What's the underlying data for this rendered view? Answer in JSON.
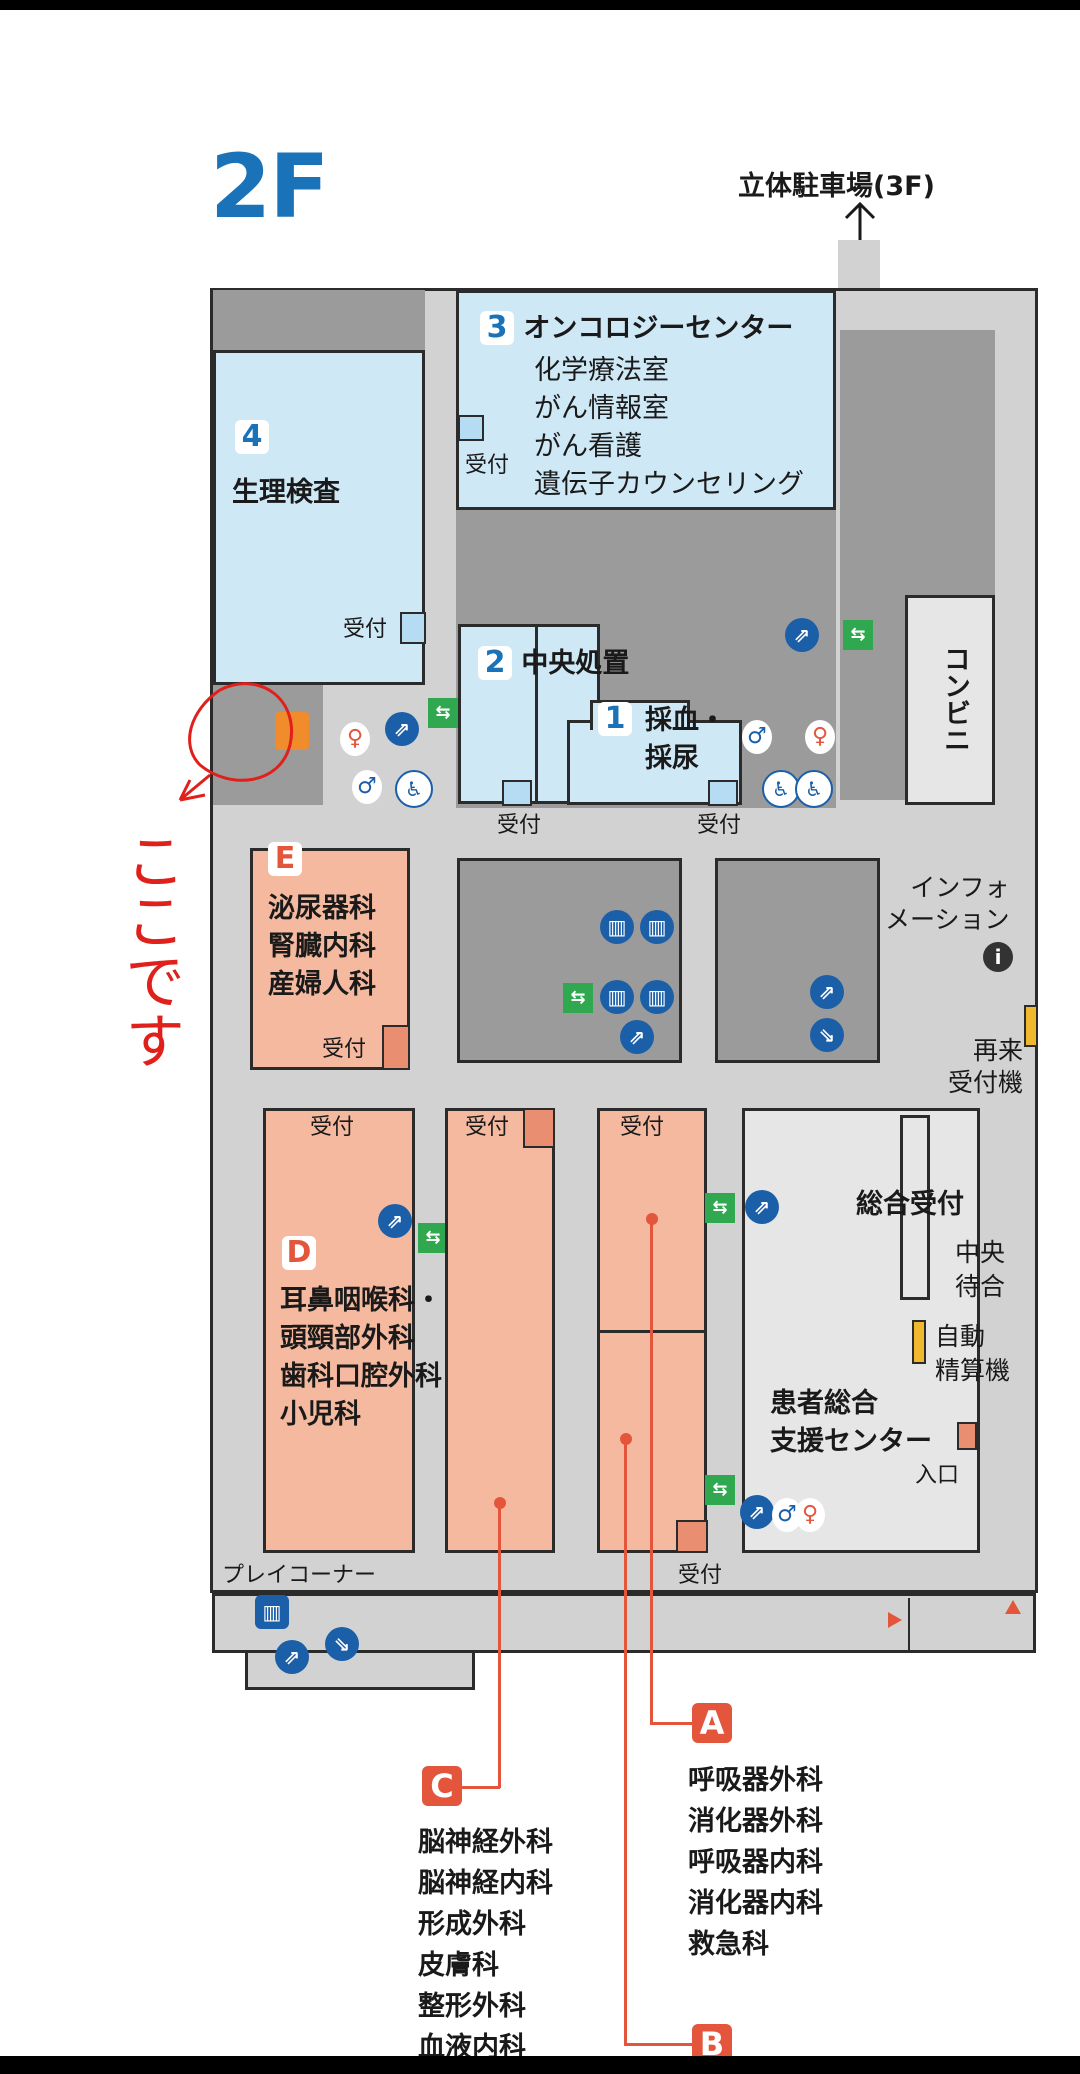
{
  "floor_label": "2F",
  "parking": "立体駐車場(3F)",
  "oncology": {
    "num": "3",
    "title": "オンコロジーセンター",
    "items": "化学療法室\nがん情報室\nがん看護\n遺伝子カウンセリング",
    "reception": "受付"
  },
  "physiology": {
    "num": "4",
    "title": "生理検査",
    "reception": "受付"
  },
  "central": {
    "num": "2",
    "title": "中央処置",
    "reception": "受付"
  },
  "blood": {
    "num": "1",
    "title": "採血・\n採尿",
    "reception": "受付"
  },
  "convenience": "コンビニ",
  "info": "インフォ\nメーション",
  "revisit": "再来\n受付機",
  "dept_e": {
    "letter": "E",
    "names": "泌尿器科\n腎臓内科\n産婦人科",
    "reception": "受付"
  },
  "dept_d": {
    "letter": "D",
    "names": "耳鼻咽喉科・\n頭頸部外科\n歯科口腔外科\n小児科",
    "reception": "受付"
  },
  "recep_c": "受付",
  "recep_a": "受付",
  "recep_b": "受付",
  "general_reception": "総合受付",
  "central_wait": "中央\n待合",
  "auto_pay": "自動\n精算機",
  "patient_support": "患者総合\n支援センター",
  "entrance": "入口",
  "play_corner": "プレイコーナー",
  "dept_a": {
    "letter": "A",
    "names": "呼吸器外科\n消化器外科\n呼吸器内科\n消化器内科\n救急科"
  },
  "dept_b": {
    "letter": "B"
  },
  "dept_c": {
    "letter": "C",
    "names": "脳神経外科\n脳神経内科\n形成外科\n皮膚科\n整形外科\n血液内科"
  },
  "annotation": "ここです",
  "icons": {
    "escalator": "escalator-icon",
    "elevator": "elevator-icon",
    "exit": "emergency-exit-icon",
    "toilet": "toilet-icon",
    "wheelchair": "wheelchair-icon",
    "info": "info-icon",
    "nursing": "nursing-room-icon"
  },
  "colors": {
    "blue_room": "#cfe8f6",
    "orange_room": "#f5b9a0",
    "accent_blue": "#1a73b8",
    "accent_orange": "#e4563b",
    "annotation_red": "#e0201b"
  }
}
